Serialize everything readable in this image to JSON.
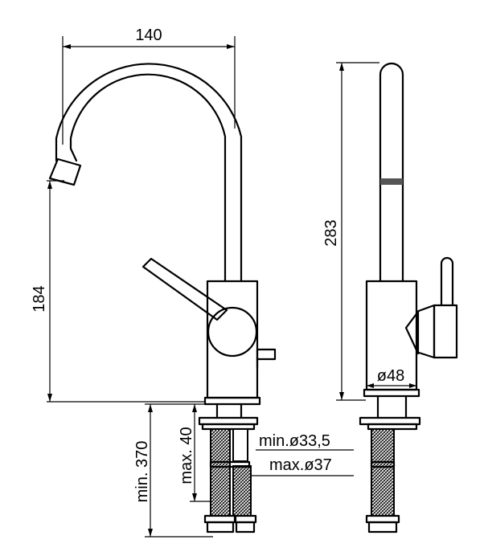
{
  "drawing": {
    "dimensions": {
      "width_top": "140",
      "height_spout": "184",
      "height_total": "283",
      "base_diameter": "ø48",
      "min_length_hose": "min. 370",
      "max_thickness": "max. 40",
      "min_hole": "min.ø33,5",
      "max_hole": "max.ø37"
    }
  }
}
